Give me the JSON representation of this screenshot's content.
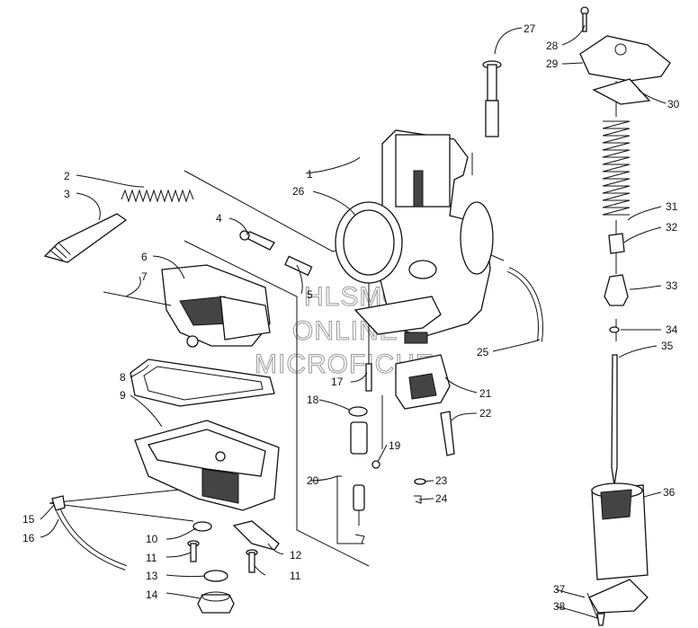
{
  "watermark": {
    "line1": "HLSM©",
    "line2": "ONLINE",
    "line3": "MICROFICHE"
  },
  "labels": {
    "l1": "1",
    "l2": "2",
    "l3": "3",
    "l4": "4",
    "l5": "5",
    "l6": "6",
    "l7": "7",
    "l8": "8",
    "l9": "9",
    "l10": "10",
    "l11a": "11",
    "l11b": "11",
    "l12": "12",
    "l13": "13",
    "l14": "14",
    "l15": "15",
    "l16": "16",
    "l17": "17",
    "l18": "18",
    "l19": "19",
    "l20": "20",
    "l21": "21",
    "l22": "22",
    "l23": "23",
    "l24": "24",
    "l25": "25",
    "l26": "26",
    "l27": "27",
    "l28": "28",
    "l29": "29",
    "l30": "30",
    "l31": "31",
    "l32": "32",
    "l33": "33",
    "l34": "34",
    "l35": "35",
    "l36": "36",
    "l37": "37",
    "l38": "38"
  },
  "colors": {
    "ink": "#111111",
    "watermark": "#9a9a9a"
  }
}
